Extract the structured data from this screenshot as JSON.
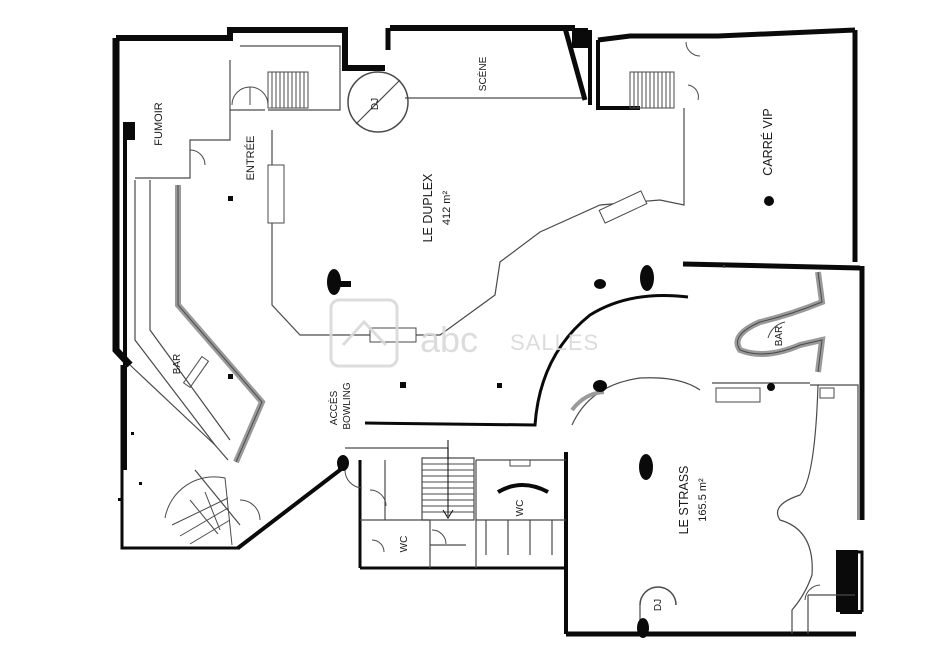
{
  "rooms": {
    "fumoir": "FUMOIR",
    "entree": "ENTRÉE",
    "dj_top": "DJ",
    "scene": "SCÈNE",
    "duplex_name": "LE DUPLEX",
    "duplex_area": "412 m²",
    "carre_vip": "CARRÉ VIP",
    "bar_left": "BAR",
    "bar_right": "BAR",
    "acces_line1": "ACCÈS",
    "acces_line2": "BOWLING",
    "wc_left": "WC",
    "wc_center": "WC",
    "strass_name": "LE STRASS",
    "strass_area": "165.5 m²",
    "dj_bottom": "DJ"
  },
  "watermark": {
    "abc": "abc",
    "salles": "SALLES"
  },
  "colors": {
    "wall": "#0a0a0a",
    "line": "#4a4a4a",
    "bar_counter": "#9a9a9a",
    "watermark": "#d9d9d9"
  }
}
